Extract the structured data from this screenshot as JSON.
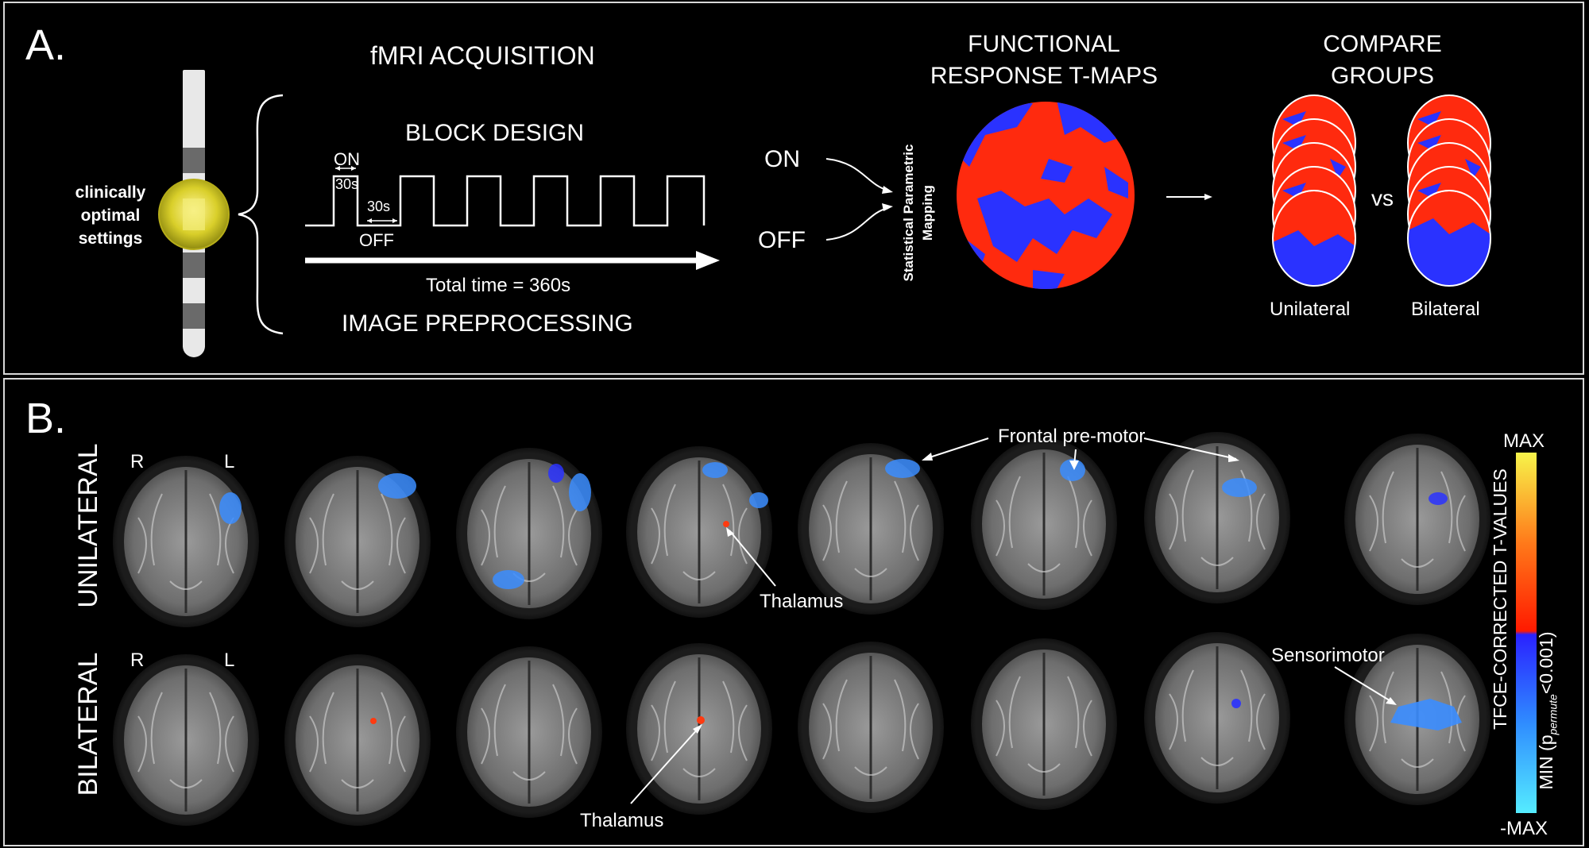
{
  "panel_a": {
    "letter": "A.",
    "device_label_lines": [
      "clinically",
      "optimal",
      "settings"
    ],
    "acquisition_title": "fMRI ACQUISITION",
    "block_design_title": "BLOCK DESIGN",
    "on_block_label": "ON",
    "off_block_label": "OFF",
    "on_duration": "30s",
    "off_duration": "30s",
    "total_time": "Total time = 360s",
    "preprocessing_title": "IMAGE PREPROCESSING",
    "input_on": "ON",
    "input_off": "OFF",
    "spm_lines": [
      "Statistical Parametric",
      "Mapping"
    ],
    "tmaps_title_lines": [
      "FUNCTIONAL",
      "RESPONSE T-MAPS"
    ],
    "compare_title_lines": [
      "COMPARE",
      "GROUPS"
    ],
    "vs_label": "vs",
    "group_unilateral": "Unilateral",
    "group_bilateral": "Bilateral",
    "colors": {
      "tmap_positive": "#ff2a0e",
      "tmap_negative": "#2a32ff",
      "electrode_glow": "#e8e23a"
    }
  },
  "panel_b": {
    "letter": "B.",
    "row_labels": [
      "UNILATERAL",
      "BILATERAL"
    ],
    "orientation_right": "R",
    "orientation_left": "L",
    "annotations": {
      "frontal": "Frontal pre-motor",
      "thalamus_top": "Thalamus",
      "thalamus_bottom": "Thalamus",
      "sensorimotor": "Sensorimotor"
    },
    "colorbar": {
      "max_label": "MAX",
      "min_label": "-MAX",
      "title": "TFCE-CORRECTED T-VALUES",
      "min_caption": "MIN (p",
      "min_caption_sub": "permute",
      "min_caption_tail": "<0.001)",
      "colors": [
        "#f7f44a",
        "#ff7a1a",
        "#ff1a00",
        "#2a22ff",
        "#2f8cff",
        "#55ecff"
      ]
    }
  }
}
